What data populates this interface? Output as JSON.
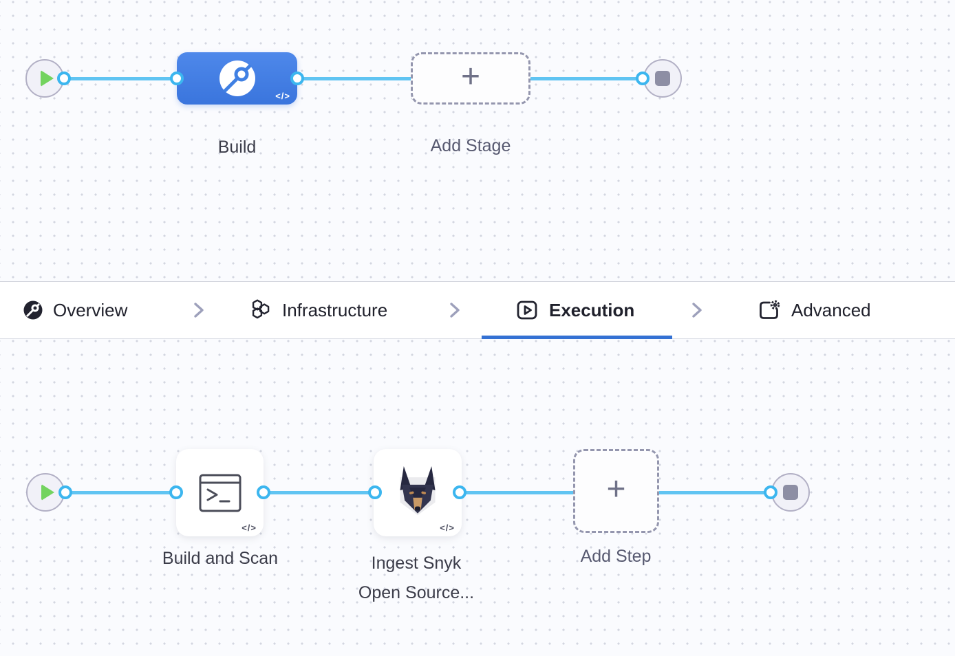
{
  "colors": {
    "accent_blue": "#3471d3",
    "link_blue": "#60c4f2",
    "stage_blue": "#4080e3",
    "play_green": "#73d35f",
    "dashed_border": "#9496ae"
  },
  "stage_canvas": {
    "stage": {
      "label": "Build",
      "icon": "build-ci-icon",
      "code_badge": "</>"
    },
    "add_stage": {
      "label": "Add Stage",
      "icon": "plus-icon",
      "plus": "+"
    }
  },
  "tab_bar": {
    "tabs": [
      {
        "label": "Overview",
        "icon": "overview-icon",
        "active": false
      },
      {
        "label": "Infrastructure",
        "icon": "infrastructure-icon",
        "active": false
      },
      {
        "label": "Execution",
        "icon": "execution-icon",
        "active": true
      },
      {
        "label": "Advanced",
        "icon": "advanced-icon",
        "active": false
      }
    ]
  },
  "step_canvas": {
    "steps": [
      {
        "label": "Build and Scan",
        "icon": "terminal-icon",
        "code_badge": "</>"
      },
      {
        "label": "Ingest Snyk Open Source...",
        "label_lines": [
          "Ingest Snyk",
          "Open Source..."
        ],
        "icon": "snyk-dog-icon",
        "code_badge": "</>"
      }
    ],
    "add_step": {
      "label": "Add Step",
      "icon": "plus-icon",
      "plus": "+"
    }
  }
}
